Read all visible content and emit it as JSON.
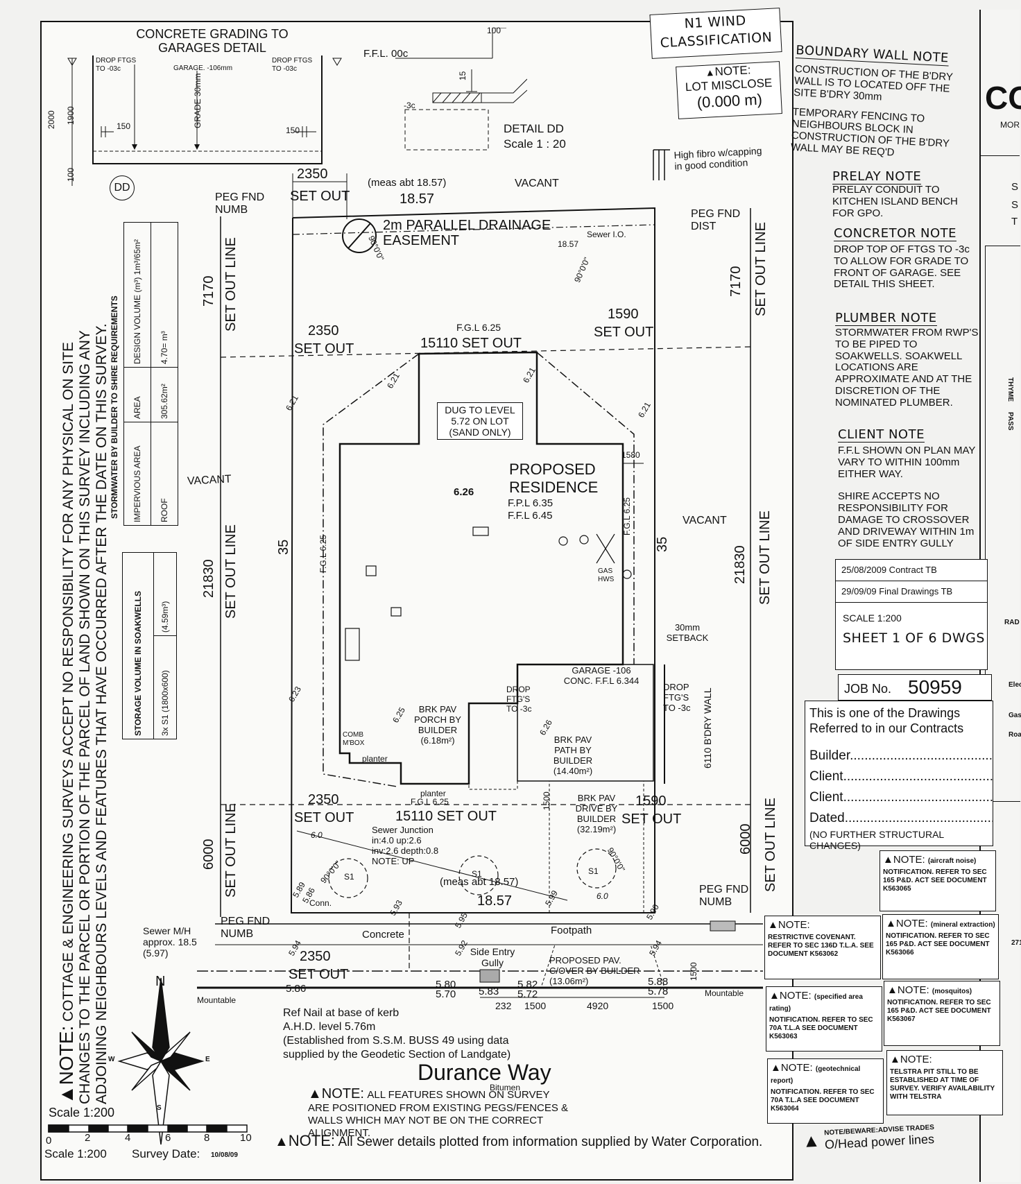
{
  "wind": {
    "classification": "N1 WIND CLASSIFICATION"
  },
  "lot_misclose": {
    "note": "NOTE:",
    "label": "LOT MISCLOSE",
    "value": "(0.000 m)"
  },
  "grading_detail": {
    "title": "CONCRETE GRADING TO GARAGES DETAIL",
    "drop_ftgs": "DROP FTGS TO -03c",
    "garage": "GARAGE. -106mm",
    "grade": "GRADE 30mm",
    "dim_150": "150",
    "dim_2000": "2000",
    "dim_1900": "1900",
    "dim_100": "100",
    "marker": "DD"
  },
  "detail_dd": {
    "ffl": "F.F.L. 00c",
    "dim_100": "100",
    "dim_15": "15",
    "minus3c": "-3c",
    "title": "DETAIL DD",
    "scale": "Scale 1 : 20"
  },
  "boundary_wall_note": {
    "title": "BOUNDARY WALL NOTE",
    "text": "CONSTRUCTION OF THE B'DRY WALL IS TO LOCATED OFF THE SITE B'DRY 30mm",
    "text2": "TEMPORARY FENCING TO NEIGHBOURS BLOCK IN CONSTRUCTION OF THE B'DRY WALL MAY BE REQ'D"
  },
  "prelay_note": {
    "title": "PRELAY NOTE",
    "text": "PRELAY CONDUIT TO KITCHEN ISLAND BENCH FOR GPO."
  },
  "concretor_note": {
    "title": "CONCRETOR NOTE",
    "text": "DROP TOP OF FTGS TO -3c TO ALLOW FOR GRADE TO FRONT OF GARAGE. SEE DETAIL THIS SHEET."
  },
  "plumber_note": {
    "title": "PLUMBER NOTE",
    "text": "STORMWATER FROM RWP'S TO BE PIPED TO SOAKWELLS. SOAKWELL LOCATIONS ARE APPROXIMATE AND AT THE DISCRETION OF THE NOMINATED PLUMBER."
  },
  "client_note": {
    "title": "CLIENT NOTE",
    "text": "F.F.L SHOWN ON PLAN MAY VARY TO WITHIN 100mm EITHER WAY.",
    "shire": "SHIRE ACCEPTS NO RESPONSIBILITY FOR DAMAGE TO CROSSOVER AND DRIVEWAY WITHIN 1m OF SIDE ENTRY GULLY"
  },
  "revisions": [
    {
      "text": "25/08/2009 Contract TB"
    },
    {
      "text": "29/09/09 Final Drawings TB"
    }
  ],
  "sheet_info": {
    "scale": "SCALE 1:200",
    "sheet": "SHEET 1 OF 6 DWGS"
  },
  "job": {
    "label": "JOB No.",
    "number": "50959"
  },
  "contract_box": {
    "line1": "This is one of the Drawings",
    "line2": "Referred to in our Contracts",
    "builder": "Builder..........................................",
    "client1": "Client............................................",
    "client2": "Client............................................",
    "dated": "Dated.............................................",
    "footer": "(NO FURTHER STRUCTURAL CHANGES)"
  },
  "small_notes": [
    {
      "title": "NOTE:",
      "sub": "(aircraft noise)",
      "body": "NOTIFICATION. REFER TO SEC 165 P&D. ACT SEE DOCUMENT K563065"
    },
    {
      "title": "NOTE:",
      "sub": "",
      "body": "RESTRICTIVE COVENANT. REFER TO SEC 136D T.L.A. SEE DOCUMENT K563062"
    },
    {
      "title": "NOTE:",
      "sub": "(mineral extraction)",
      "body": "NOTIFICATION. REFER TO SEC 165 P&D. ACT SEE DOCUMENT K563066"
    },
    {
      "title": "NOTE:",
      "sub": "(specified area rating)",
      "body": "NOTIFICATION. REFER TO SEC 70A T.L.A SEE DOCUMENT K563063"
    },
    {
      "title": "NOTE:",
      "sub": "(mosquitos)",
      "body": "NOTIFICATION. REFER TO SEC 165 P&D. ACT SEE DOCUMENT K563067"
    },
    {
      "title": "NOTE:",
      "sub": "(geotechnical report)",
      "body": "NOTIFICATION. REFER TO SEC 70A T.L.A SEE DOCUMENT K563064"
    },
    {
      "title": "NOTE:",
      "sub": "",
      "body": "TELSTRA PIT STILL TO BE ESTABLISHED AT TIME OF SURVEY. VERIFY AVAILABILITY WITH TELSTRA"
    }
  ],
  "left_note": {
    "title": "NOTE:",
    "line1": "COTTAGE & ENGINEERING SURVEYS ACCEPT NO RESPONSIBILITY FOR ANY PHYSICAL ON SITE",
    "line2": "CHANGES TO THE PARCEL OR PORTION OF THE PARCEL OF LAND SHOWN ON THIS SURVEY INCLUDING ANY",
    "line3": "ADJOINING NEIGHBOURS LEVELS AND FEATURES THAT HAVE OCCURRED AFTER THE DATE ON THIS SURVEY."
  },
  "stormwater_table": {
    "title": "STORMWATER BY BUILDER TO SHIRE REQUIREMENTS",
    "h1": "IMPERVIOUS AREA",
    "h2": "AREA",
    "h3": "DESIGN VOLUME (m³) 1m³/65m²",
    "r1c1": "ROOF",
    "r1c2": "305.62m²",
    "r1c3": "4.70= m³"
  },
  "storage_table": {
    "h1": "STORAGE VOLUME IN SOAKWELLS",
    "c1": "3x S1 (1800x600)",
    "c2": "(4.59m³)"
  },
  "plan": {
    "vacant": "VACANT",
    "peg_fnd_numb": "PEG FND NUMB",
    "peg_fnd_dist": "PEG FND DIST",
    "set_out": "SET OUT",
    "set_out_line": "SET OUT LINE",
    "meas_top": "(meas abt 18.57)",
    "top_len": "18.57",
    "easement": "2m PARALLEL DRAINAGE EASEMENT",
    "easement_len": "18.57",
    "sewer_io": "Sewer I.O.",
    "high_fibro": "High fibro w/capping in good condition",
    "d2350": "2350",
    "d1590": "1590",
    "d7170": "7170",
    "d21830": "21830",
    "d6000": "6000",
    "d35": "35",
    "d1580": "1580",
    "fgl625": "F.G.L 6.25",
    "setout15110": "15110 SET OUT",
    "dug": "DUG TO LEVEL 5.72 ON LOT (SAND ONLY)",
    "proposed": "PROPOSED RESIDENCE",
    "fpl": "F.P.L 6.35",
    "ffl": "F.F.L 6.45",
    "lvl626": "6.26",
    "lvl621": "6.21",
    "lvl623": "6.23",
    "lvl625": "6.25",
    "lvl626b": "6.26",
    "fgl_vert": "F.G.L 6.25",
    "gas_hws": "GAS HWS",
    "setback": "30mm SETBACK",
    "garage": "GARAGE -106 CONC. F.F.L 6.344",
    "drop_ftgs": "DROP FTG'S TO -3c",
    "bdry_wall": "6110 B'DRY WALL",
    "porch": "BRK PAV PORCH BY BUILDER (6.18m²)",
    "path": "BRK PAV PATH BY BUILDER (14.40m²)",
    "drive": "BRK PAV DRIVE BY BUILDER (32.19m²)",
    "comb": "COMB M'BOX",
    "planter": "planter",
    "d1500": "1500",
    "sewer_junction": "Sewer Junction in:4.0 up:2.6 inv:2.6 depth:0.8 NOTE: UP",
    "meas_bot": "(meas abt 18.57)",
    "bot_len": "18.57",
    "s1": "S1",
    "conn": "Conn.",
    "angle": "90°0'0\"",
    "lvl60": "6.0",
    "concrete": "Concrete",
    "footpath": "Footpath",
    "sewer_mh": "Sewer M/H approx. 18.5 (5.97)",
    "side_gully": "Side Entry Gully",
    "proposed_pav": "PROPOSED PAV. C/OVER BY BUILDER (13.06m²)",
    "mountable": "Mountable",
    "lvls": [
      "5.89",
      "5.86",
      "5.93",
      "5.95",
      "5.99",
      "5.90",
      "5.94",
      "5.92",
      "5.94",
      "5.86",
      "5.80",
      "5.70",
      "5.83",
      "5.82",
      "5.72",
      "5.88",
      "5.78"
    ],
    "dims_bottom": [
      "232",
      "1500",
      "4920",
      "1500"
    ],
    "ref_nail": "Ref Nail at base of kerb",
    "ahd": "A.H.D. level 5.76m",
    "established": "(Established from S.S.M. BUSS 49 using data",
    "supplied": "supplied by the Geodetic Section of Landgate)",
    "street": "Durance Way",
    "bitumen": "Bitumen"
  },
  "bottom_notes": {
    "note1_title": "NOTE:",
    "note1_text": "ALL FEATURES SHOWN ON SURVEY ARE POSITIONED FROM EXISTING PEGS/FENCES & WALLS WHICH MAY NOT BE ON THE CORRECT ALIGNMENT.",
    "note2_title": "NOTE:",
    "note2_text": "All Sewer details plotted from information supplied by Water Corporation.",
    "beware": "NOTE/BEWARE:ADVISE TRADES",
    "power": "O/Head power lines"
  },
  "scale_bar": {
    "label": "Scale 1:200",
    "ticks": [
      "0",
      "2",
      "4",
      "6",
      "8",
      "10"
    ],
    "footer_scale": "Scale 1:200",
    "survey_date": "Survey Date:",
    "date": "10/08/09"
  },
  "compass": {
    "n": "N",
    "s": "S",
    "e": "E",
    "w": "W"
  },
  "right_strip": {
    "co": "CO",
    "mor": "MOR",
    "s1": "S",
    "s2": "S",
    "t": "T",
    "thyme": "THYME",
    "pass": "PASS",
    "rad": "RAD",
    "elec": "Elec",
    "gas": "Gas",
    "roa": "Roa",
    "n271": "271"
  }
}
